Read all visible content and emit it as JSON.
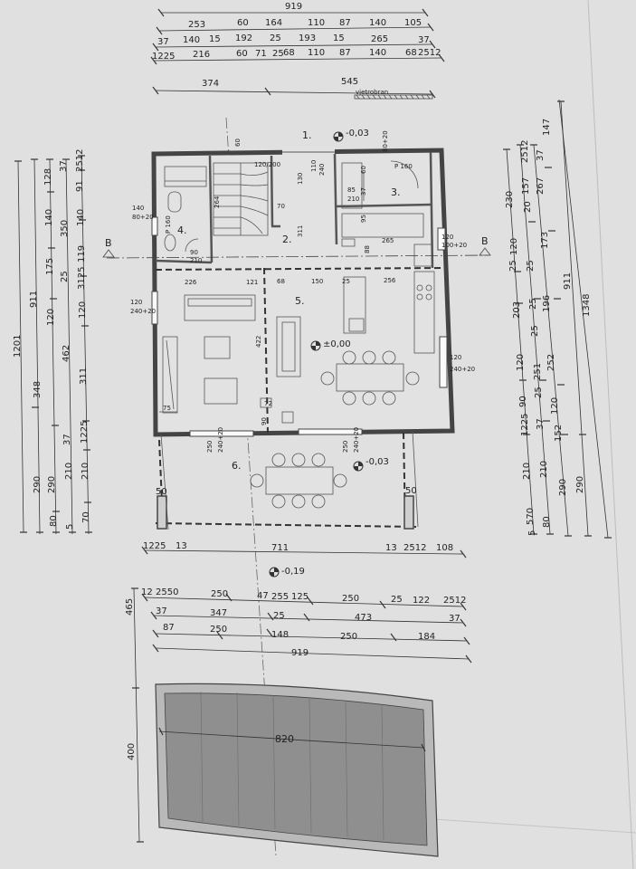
{
  "colors": {
    "paper": "#dedede",
    "ink": "#2a2a2a",
    "wall": "#555555",
    "pool": "#8e8e8e"
  },
  "top_dims": {
    "row1": [
      "919"
    ],
    "row2": [
      "253",
      "60",
      "164",
      "110",
      "87",
      "140",
      "105"
    ],
    "row3": [
      "37",
      "140",
      "15",
      "192",
      "25",
      "193",
      "15",
      "265",
      "37"
    ],
    "row4": [
      "1225",
      "216",
      "60",
      "71",
      "25",
      "68",
      "110",
      "87",
      "140",
      "68",
      "2512"
    ],
    "row5": [
      "374",
      "545"
    ],
    "wind_label": "vjetrobran"
  },
  "left_dims": {
    "total": "1201",
    "col2": [
      "911",
      "290"
    ],
    "col3": [
      "128",
      "140",
      "175",
      "120",
      "348",
      "290",
      "80"
    ],
    "col4": [
      "37",
      "350",
      "25",
      "462",
      "37",
      "210",
      "5"
    ],
    "col5": [
      "2512",
      "91",
      "140",
      "119",
      "3125",
      "120",
      "311",
      "1225",
      "210",
      "70"
    ]
  },
  "right_dims": {
    "col1": [
      "230",
      "25",
      "120",
      "203",
      "120",
      "90",
      "1225",
      "210",
      "570",
      "5"
    ],
    "col2": [
      "2512",
      "157",
      "20",
      "25",
      "25",
      "25",
      "251",
      "25",
      "37",
      "210",
      "80"
    ],
    "col3": [
      "37",
      "267",
      "173",
      "196",
      "252",
      "120",
      "152",
      "290"
    ],
    "col4": [
      "147",
      "911",
      "290"
    ],
    "col5": [
      "1348"
    ]
  },
  "bottom_dims": {
    "row1": [
      "1225",
      "13",
      "711",
      "13",
      "2512",
      "108"
    ],
    "row2": [
      "12",
      "2550",
      "250",
      "47",
      "255",
      "125",
      "250",
      "25",
      "122",
      "2512"
    ],
    "row3": [
      "37",
      "347",
      "25",
      "473",
      "37"
    ],
    "row4": [
      "87",
      "250",
      "148",
      "250",
      "184"
    ],
    "row5": [
      "919"
    ],
    "side": "465",
    "pool_height": "400",
    "pool_width": "820"
  },
  "rooms": [
    {
      "num": "1."
    },
    {
      "num": "2."
    },
    {
      "num": "3."
    },
    {
      "num": "4."
    },
    {
      "num": "5."
    },
    {
      "num": "6."
    }
  ],
  "levels": [
    "-0,03",
    "±0,00",
    "-0,03",
    "-0,19"
  ],
  "section_mark": "B",
  "inner_dims": {
    "door_120_200": "120/200",
    "door_140": "140",
    "door_140_sub": "80+20",
    "win_60": "60",
    "win_80_20": "80+20",
    "p160a": "P 160",
    "p160b": "P 160",
    "d130": "130",
    "d110": "110",
    "d240": "240",
    "d311": "311",
    "d70": "70",
    "d85": "85",
    "d210a": "210",
    "d37": "37",
    "d60": "60",
    "d95": "95",
    "d88": "88",
    "d265": "265",
    "d120": "120",
    "d100_20": "100+20",
    "d210b": "210",
    "d90": "90",
    "d264": "264",
    "d226": "226",
    "d121": "121",
    "d68": "68",
    "d150": "150",
    "d25": "25",
    "d256": "256",
    "win_120_left": "120",
    "win_240_20_left": "240+20",
    "win_120_right": "120",
    "win_240_20_right": "240+20",
    "d422": "422",
    "d75": "75",
    "d72": "72",
    "d90b": "90",
    "d250a": "250",
    "d240_20a": "240+20",
    "d250b": "250",
    "d240_20b": "240+20",
    "col50a": "50",
    "col50b": "50"
  }
}
